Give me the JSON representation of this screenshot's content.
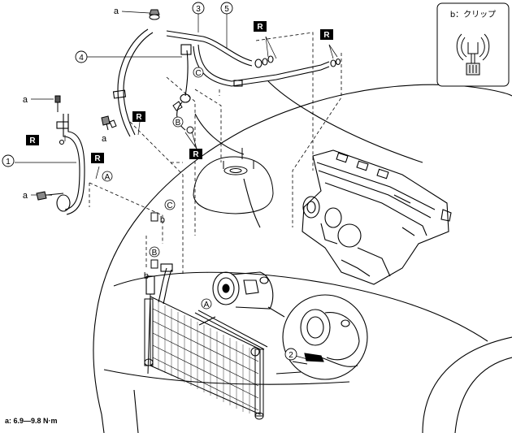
{
  "callouts": {
    "n1": "1",
    "n2": "2",
    "n3": "3",
    "n4": "4",
    "n5": "5"
  },
  "letters": {
    "a": "a",
    "b": "b",
    "A": "A",
    "B": "B",
    "C": "C"
  },
  "r_mark": "R",
  "legend": {
    "title": "b：クリップ"
  },
  "torque_note": "a: 6.9—9.8 N·m"
}
